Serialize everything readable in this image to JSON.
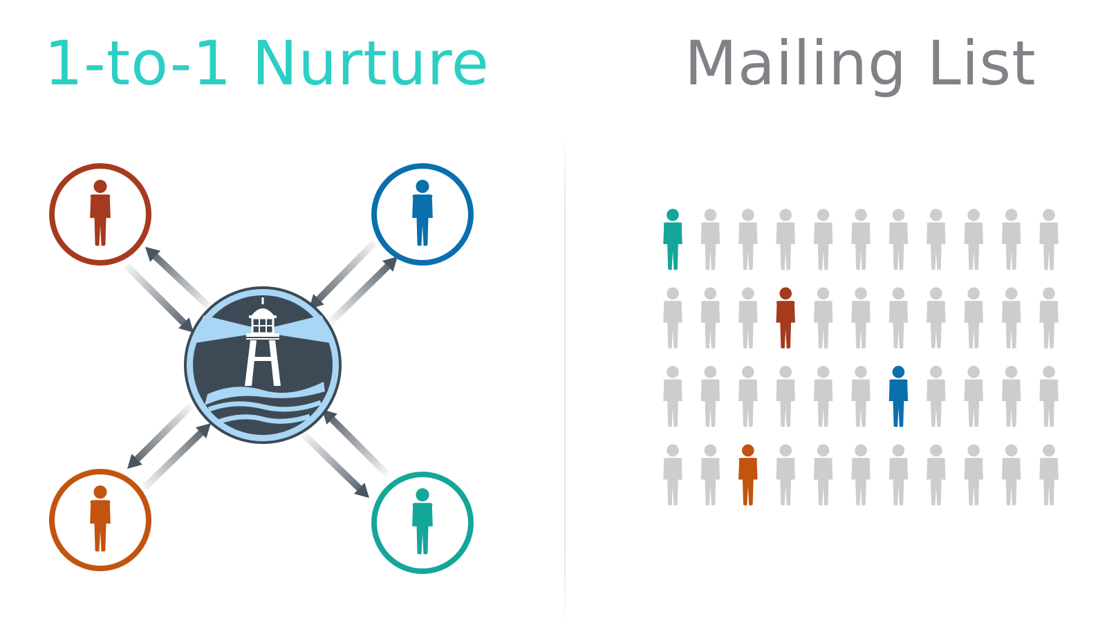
{
  "titles": {
    "left": "1-to-1 Nurture",
    "right": "Mailing List"
  },
  "colors": {
    "left_title": "#2ccfc4",
    "right_title": "#7f8286",
    "rust": "#a63a1f",
    "blue": "#0a6fad",
    "orange": "#c2540f",
    "teal": "#13a699",
    "gray_person": "#cdcdcd",
    "arrow": "#4a5560",
    "hub_dark": "#3d4a55",
    "hub_light": "#a9d6f5"
  },
  "nurture": {
    "hub": {
      "name": "lighthouse-logo",
      "icon": "lighthouse-icon"
    },
    "contacts": [
      {
        "name": "contact-top-left",
        "color": "rust"
      },
      {
        "name": "contact-top-right",
        "color": "blue"
      },
      {
        "name": "contact-bottom-left",
        "color": "orange"
      },
      {
        "name": "contact-bottom-right",
        "color": "teal"
      }
    ]
  },
  "mailing_list": {
    "rows": 4,
    "columns": 11,
    "highlighted": [
      {
        "row": 1,
        "column": 1,
        "color": "teal"
      },
      {
        "row": 2,
        "column": 4,
        "color": "rust"
      },
      {
        "row": 3,
        "column": 7,
        "color": "blue"
      },
      {
        "row": 4,
        "column": 3,
        "color": "orange"
      }
    ]
  }
}
